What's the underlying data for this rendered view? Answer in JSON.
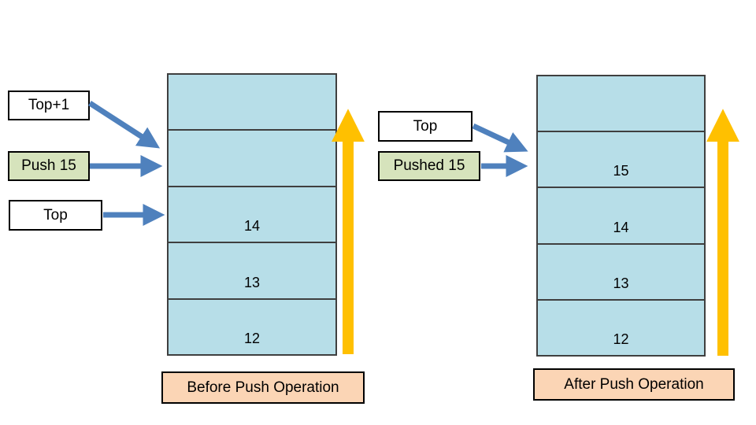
{
  "colors": {
    "cell_fill": "#B7DEE8",
    "cell_border": "#3F3F3F",
    "label_white_fill": "#FFFFFF",
    "label_green_fill": "#D6E3BC",
    "caption_fill": "#FBD5B5",
    "border_black": "#000000",
    "arrow_blue": "#4F81BD",
    "arrow_yellow": "#FFC000"
  },
  "before": {
    "labels": {
      "top_plus_1": "Top+1",
      "push": "Push 15",
      "top": "Top"
    },
    "cells": [
      "",
      "",
      "14",
      "13",
      "12"
    ],
    "caption": "Before Push Operation"
  },
  "after": {
    "labels": {
      "top": "Top",
      "pushed": "Pushed 15"
    },
    "cells": [
      "",
      "15",
      "14",
      "13",
      "12"
    ],
    "caption": "After Push Operation"
  }
}
